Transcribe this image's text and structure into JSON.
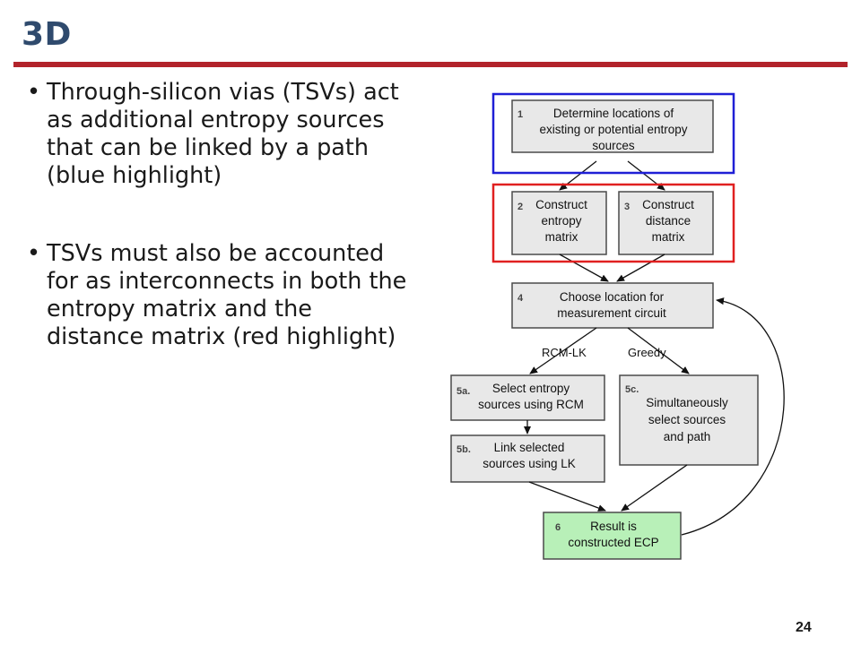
{
  "slide": {
    "title": "3D",
    "page_number": "24",
    "bullets": [
      "Through-silicon vias (TSVs) act as additional entropy sources that can be linked by a path (blue highlight)",
      " TSVs must also be accounted for as interconnects in both the entropy matrix and the distance matrix (red highlight)"
    ],
    "bullet_glyph": "•"
  },
  "flowchart": {
    "nodes": [
      {
        "id": "1",
        "lines": [
          "Determine locations of",
          "existing or potential entropy",
          "sources"
        ]
      },
      {
        "id": "2",
        "lines": [
          "Construct",
          "entropy",
          "matrix"
        ]
      },
      {
        "id": "3",
        "lines": [
          "Construct",
          "distance",
          "matrix"
        ]
      },
      {
        "id": "4",
        "lines": [
          "Choose location for",
          "measurement circuit"
        ]
      },
      {
        "id": "5a.",
        "lines": [
          "Select entropy",
          "sources using RCM"
        ]
      },
      {
        "id": "5b.",
        "lines": [
          "Link selected",
          "sources using LK"
        ]
      },
      {
        "id": "5c.",
        "lines": [
          "Simultaneously",
          "select sources",
          "and path"
        ]
      },
      {
        "id": "6",
        "lines": [
          "Result is",
          "constructed ECP"
        ]
      }
    ],
    "edge_labels": {
      "left": "RCM-LK",
      "right": "Greedy"
    },
    "highlight_colors": {
      "blue": "#1f1fd6",
      "red": "#e02020"
    },
    "result_color": "#b8f0b8"
  }
}
